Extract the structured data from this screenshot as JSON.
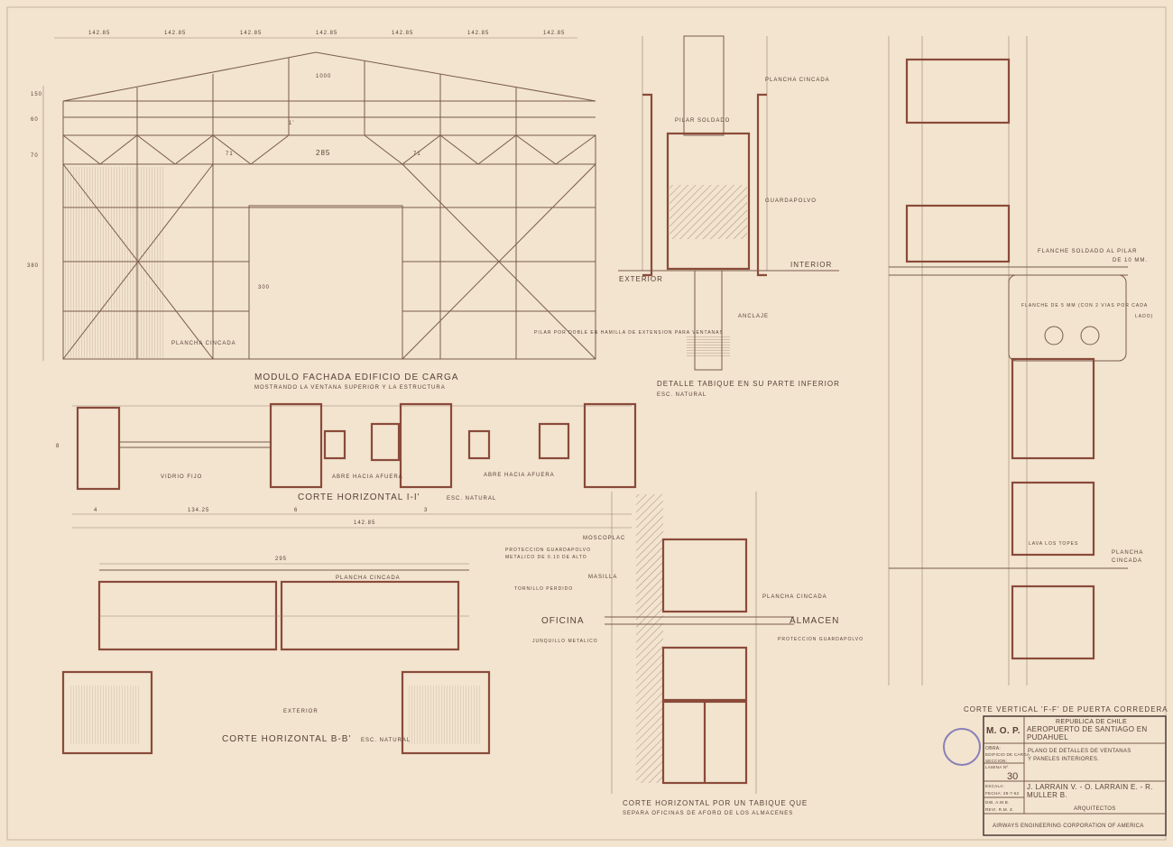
{
  "facade": {
    "dims_top": [
      "142.85",
      "142.85",
      "142.85",
      "142.85",
      "142.85",
      "142.85",
      "142.85"
    ],
    "dims_side": [
      "150",
      "60",
      "70",
      "380"
    ],
    "span": "1000",
    "center_dim": "285",
    "height_dim": "300",
    "marks": [
      "1'",
      "71",
      "71"
    ],
    "note_left": "PLANCHA CINCADA",
    "note_right": "PILAR POR DOBLE EN HAMILLA DE EXTENSION PARA VENTANAS",
    "title": "MODULO FACHADA EDIFICIO DE CARGA",
    "subtitle": "MOSTRANDO LA VENTANA SUPERIOR Y LA ESTRUCTURA"
  },
  "detail_tabique": {
    "plancha": "PLANCHA CINCADA",
    "pilar": "PILAR SOLDADO",
    "guardapolvo": "GUARDAPOLVO",
    "exterior": "EXTERIOR",
    "interior": "INTERIOR",
    "anclaje": "ANCLAJE",
    "title": "DETALLE TABIQUE EN SU PARTE INFERIOR",
    "scale": "ESC. NATURAL"
  },
  "corte_i": {
    "vidrio": "VIDRIO FIJO",
    "abre1": "ABRE HACIA AFUERA",
    "abre2": "ABRE HACIA AFUERA",
    "title": "CORTE HORIZONTAL I-I'",
    "scale": "ESC. NATURAL",
    "dims": [
      "4",
      "134.25",
      "6",
      "3",
      "142.85",
      "8"
    ]
  },
  "corte_b": {
    "dim": "295",
    "plancha": "PLANCHA CINCADA",
    "exterior": "EXTERIOR",
    "title": "CORTE HORIZONTAL B-B'",
    "scale": "ESC. NATURAL"
  },
  "corte_tabique": {
    "moscoplac": "MOSCOPLAC",
    "proteccion1": "PROTECCION GUARDAPOLVO",
    "proteccion1b": "METALICO DE 0.10 DE ALTO",
    "masilla": "MASILLA",
    "tornillo": "TORNILLO PERDIDO",
    "plancha": "PLANCHA CINCADA",
    "oficina": "OFICINA",
    "almacen": "ALMACEN",
    "junquillo": "JUNQUILLO METALICO",
    "proteccion2": "PROTECCION GUARDAPOLVO",
    "title": "CORTE HORIZONTAL POR UN TABIQUE QUE",
    "title2": "SEPARA OFICINAS DE AFORO DE LOS ALMACENES"
  },
  "corte_f": {
    "flanche1": "FLANCHE SOLDADO AL PILAR",
    "flanche1b": "DE 10 MM.",
    "flanche2": "FLANCHE DE 5 MM (CON 2 VIAS POR CADA",
    "flanche2b": "LADO)",
    "lava": "LAVA LOS TOPES",
    "plancha": "PLANCHA",
    "plancha2": "CINCADA",
    "title": "CORTE VERTICAL 'F-F' DE PUERTA CORREDERA"
  },
  "title_block": {
    "org": "M. O. P.",
    "republic": "REPUBLICA DE CHILE",
    "airport": "AEROPUERTO DE SANTIAGO EN PUDAHUEL",
    "obra_label": "OBRA:",
    "obra": "EDIFICIO DE CARGA",
    "seccion_label": "SECCION:",
    "plano": "PLANO DE DETALLES DE VENTANAS",
    "plano2": "Y PANELES INTERIORES.",
    "lamina_label": "LAMINA Nº",
    "lamina": "30",
    "escala_label": "ESCALA:",
    "fecha": "FECHA: 28-7-62",
    "dib": "DIB. A.M.B.",
    "revi": "REVI. R.M. Z.",
    "architects": "J. LARRAIN V. - O. LARRAIN E. - R. MULLER B.",
    "arq": "ARQUITECTOS",
    "corp": "AIRWAYS ENGINEERING CORPORATION OF AMERICA"
  }
}
